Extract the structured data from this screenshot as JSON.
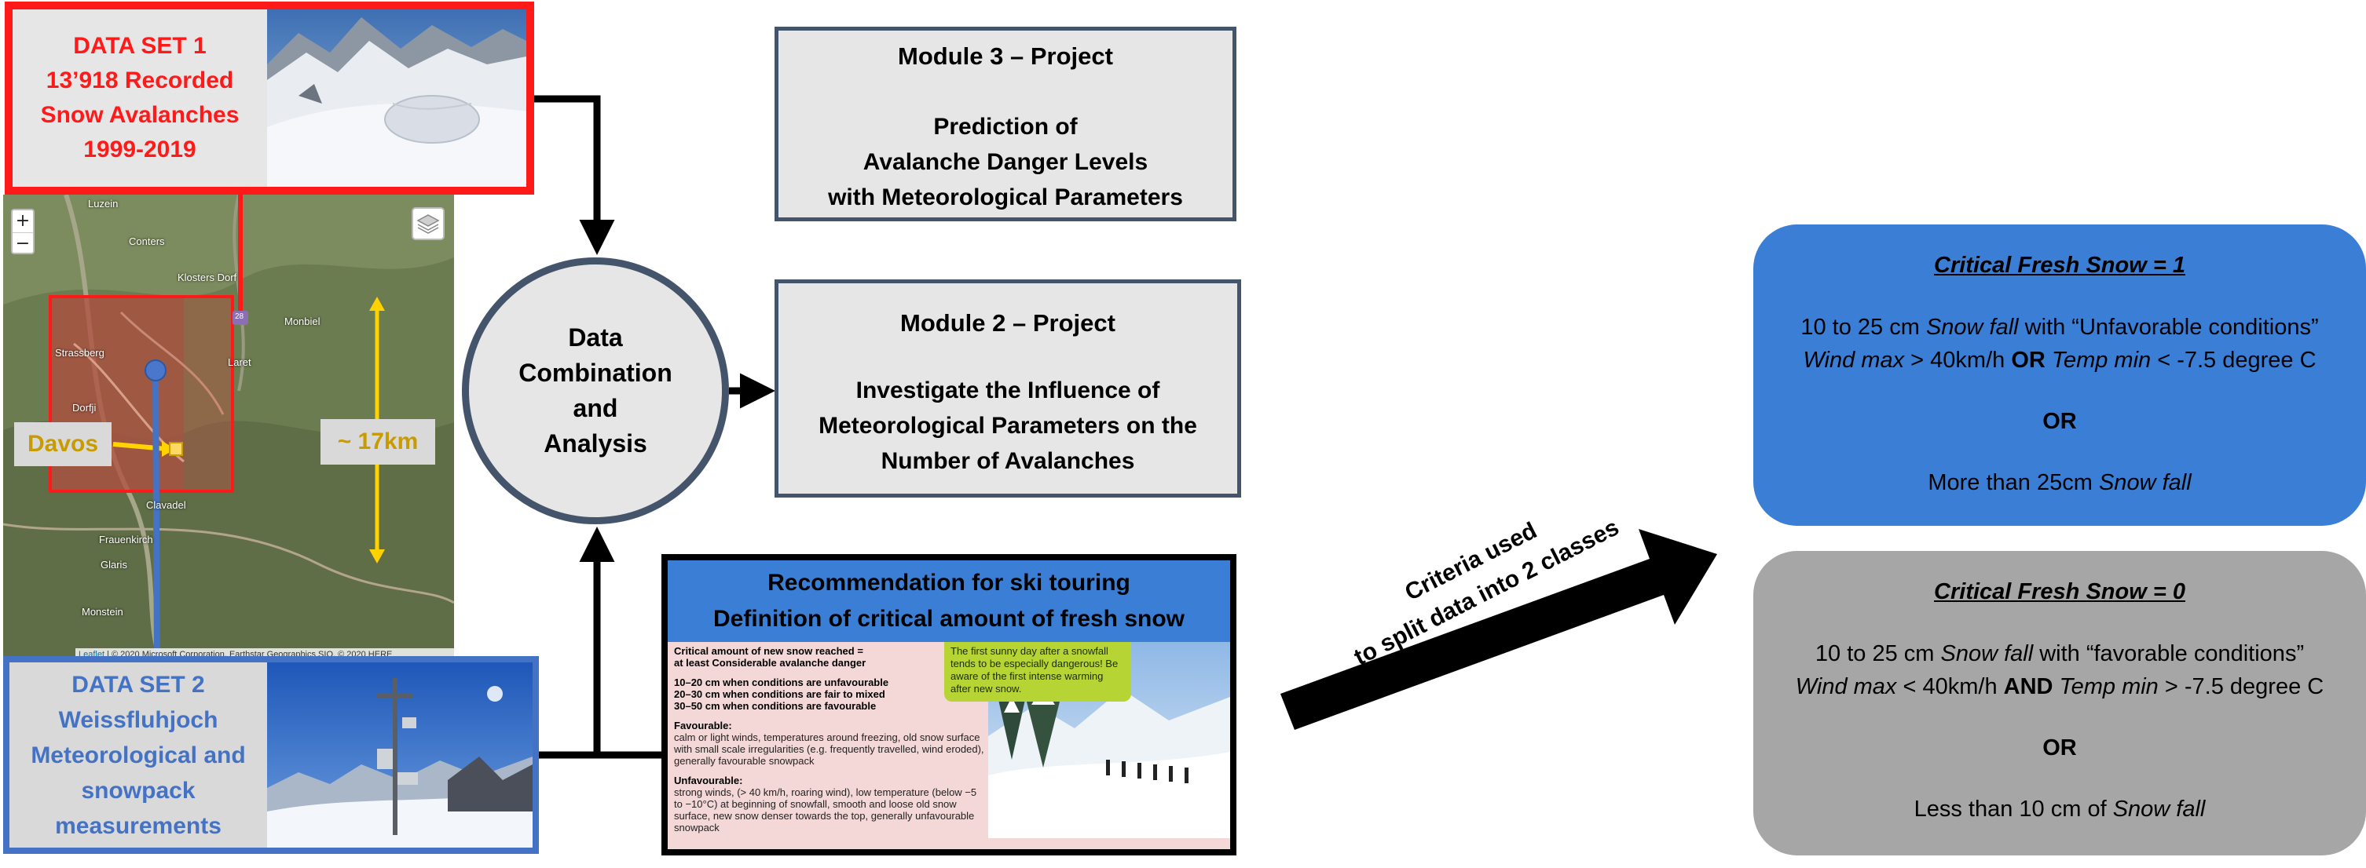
{
  "dataset1": {
    "lines": [
      "DATA SET 1",
      "13’918 Recorded",
      "Snow Avalanches",
      "1999-2019"
    ],
    "border_color": "#ff1a1a"
  },
  "map": {
    "zoom_in": "+",
    "zoom_out": "−",
    "labels": {
      "luzein": "Luzein",
      "conters": "Conters",
      "klosters": "Klosters Dorf",
      "monbiel": "Monbiel",
      "strassberg": "Strassberg",
      "laret": "Laret",
      "dorfji": "Dorfji",
      "clavadel": "Clavadel",
      "frauenkirch": "Frauenkirch",
      "glaris": "Glaris",
      "monstein": "Monstein",
      "road_number": "28"
    },
    "attribution_leaflet": "Leaflet",
    "attribution_rest": " | © 2020 Microsoft Corporation, Earthstar Geographics SIO, © 2020 HERE",
    "davos": "Davos",
    "distance": "~ 17km"
  },
  "dataset2": {
    "lines": [
      "DATA SET 2",
      "Weissfluhjoch",
      "Meteorological and",
      "snowpack",
      "measurements"
    ],
    "border_color": "#4472c4"
  },
  "circle": {
    "lines": [
      "Data",
      "Combination",
      "and",
      "Analysis"
    ]
  },
  "module3": {
    "title": "Module 3 – Project",
    "lines": [
      "Prediction of",
      "Avalanche Danger Levels",
      "with Meteorological Parameters"
    ]
  },
  "module2": {
    "title": "Module 2 – Project",
    "lines": [
      "Investigate the Influence of",
      "Meteorological Parameters on the",
      "Number of Avalanches"
    ]
  },
  "recommendation": {
    "heading1": "Recommendation for ski touring",
    "heading2": "Definition of critical amount of fresh snow",
    "critical_title": "Critical amount of new snow reached =",
    "critical_sub": "at least Considerable avalanche danger",
    "rule1": "10–20 cm when conditions are unfavourable",
    "rule2": "20–30 cm when conditions are fair to mixed",
    "rule3": "30–50 cm when conditions are favourable",
    "favourable_title": "Favourable:",
    "favourable_text": "calm or light winds, temperatures around freezing, old snow surface with small scale irregularities (e.g. frequently travelled, wind eroded), generally favourable snowpack",
    "unfavourable_title": "Unfavourable:",
    "unfavourable_text": "strong winds, (> 40 km/h, roaring wind), low temperature (below −5 to −10°C) at beginning of snowfall, smooth and loose old snow surface, new snow denser towards the top, generally unfavourable snowpack",
    "note": "The first sunny day after a snowfall tends to be especially dangerous! Be aware of the first intense warming after new snow."
  },
  "criteria": {
    "lines": [
      "Criteria used",
      "to split data into 2 classes"
    ]
  },
  "class1": {
    "title": "Critical Fresh Snow = 1",
    "l1a": "10 to 25 cm ",
    "l1b": "Snow fall",
    "l1c": " with “Unfavorable conditions”",
    "l2a": "Wind max",
    "l2b": " > 40km/h ",
    "l2c": "OR",
    "l2d": " ",
    "l2e": "Temp min",
    "l2f": " < -7.5 degree C",
    "or": "OR",
    "l3a": "More than 25cm ",
    "l3b": "Snow fall",
    "color": "#3a7fd5"
  },
  "class0": {
    "title": "Critical Fresh Snow = 0",
    "l1a": "10 to 25 cm ",
    "l1b": "Snow fall",
    "l1c": " with “favorable conditions”",
    "l2a": "Wind max",
    "l2b": " < 40km/h ",
    "l2c": "AND",
    "l2d": " ",
    "l2e": "Temp min",
    "l2f": " > -7.5 degree C",
    "or": "OR",
    "l3a": "Less than 10 cm of ",
    "l3b": "Snow fall",
    "color": "#a6a6a6"
  }
}
